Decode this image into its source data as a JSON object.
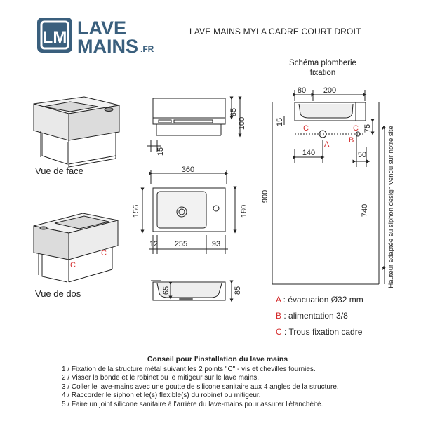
{
  "brand": {
    "logo_mark": "LM",
    "logo_line1": "LAVE",
    "logo_line2": "MAINS",
    "logo_suffix": ".FR",
    "color": "#3a5f7d"
  },
  "product_title": "LAVE MAINS MYLA CADRE COURT DROIT",
  "schema_title_line1": "Schéma plomberie",
  "schema_title_line2": "fixation",
  "views": {
    "front": "Vue de face",
    "back": "Vue de dos"
  },
  "dimensions": {
    "front_height_top": "85",
    "front_height_total": "100",
    "front_frame_thickness": "15",
    "width_total": "360",
    "depth_left": "156",
    "depth_right": "180",
    "bottom_a": "12",
    "bottom_b": "255",
    "bottom_c": "93",
    "side_bowl_depth": "65",
    "side_height": "85",
    "schema_left": "80",
    "schema_top": "200",
    "schema_15": "15",
    "schema_75": "75",
    "schema_140": "140",
    "schema_50": "50",
    "schema_900": "900",
    "schema_740": "740"
  },
  "markers": {
    "a": "A",
    "b": "B",
    "c": "C",
    "star": "*"
  },
  "side_note": "Hauteur adaptée au siphon design vendu sur notre site",
  "legend": [
    {
      "key": "A",
      "text": " : évacuation Ø32 mm"
    },
    {
      "key": "B",
      "text": " : alimentation 3/8"
    },
    {
      "key": "C",
      "text": " : Trous fixation cadre"
    }
  ],
  "advice": {
    "title": "Conseil pour l'installation du lave mains",
    "steps": [
      "1 / Fixation de la structure métal suivant les 2 points \"C\" - vis et chevilles fournies.",
      "2 / Visser la bonde et le robinet ou le mitigeur sur le lave mains.",
      "3 / Coller le lave-mains avec une goutte de silicone sanitaire aux 4 angles de la structure.",
      "4 / Raccorder le siphon et le(s) flexible(s) du robinet ou mitigeur.",
      "5 / Faire un joint silicone sanitaire à l'arrière du lave-mains pour assurer l'étanchéité."
    ]
  },
  "colors": {
    "marker_red": "#d42a2a",
    "line": "#222222",
    "basin_fill": "#ececec"
  }
}
